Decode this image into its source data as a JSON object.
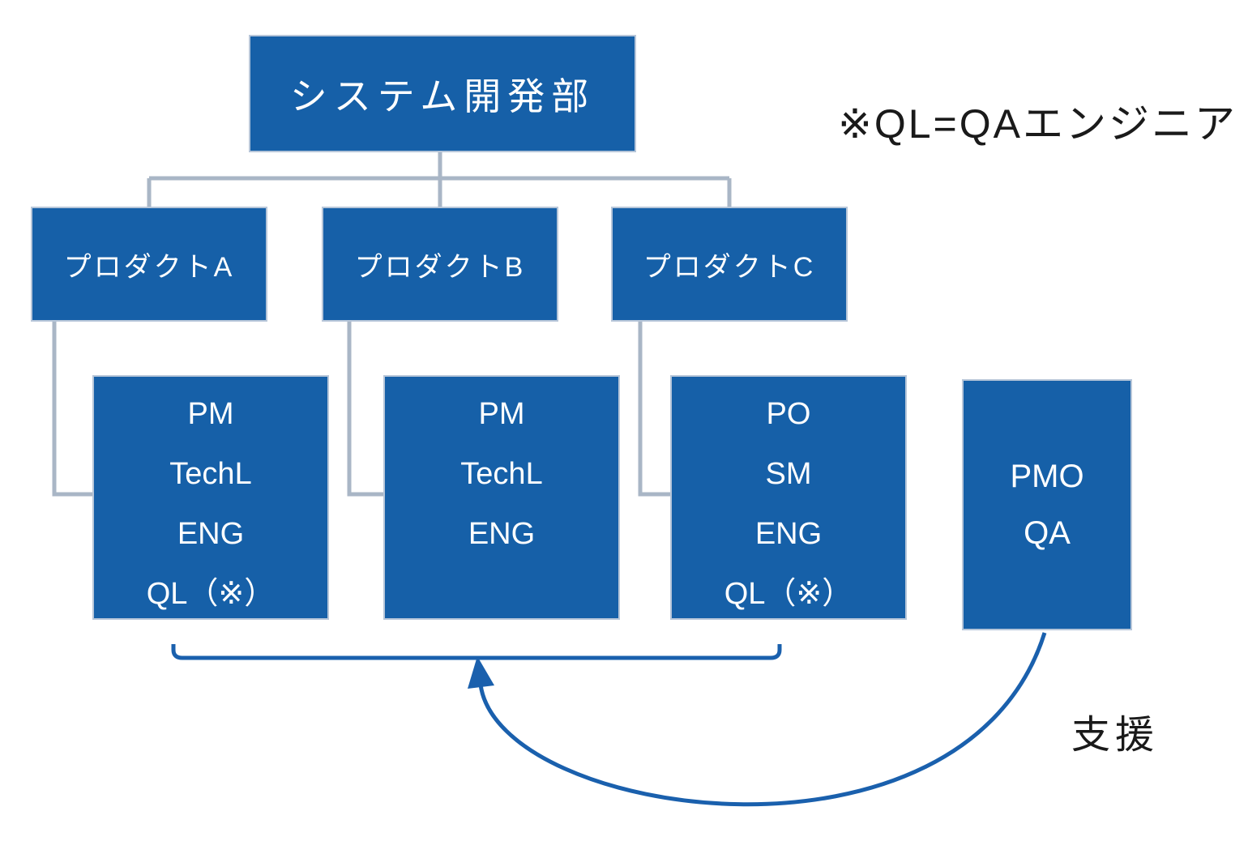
{
  "diagram": {
    "root_label": "システム開発部",
    "note": "※QL=QAエンジニア",
    "products": [
      {
        "label": "プロダクトA",
        "roles": [
          "PM",
          "TechL",
          "ENG",
          "QL（※）"
        ]
      },
      {
        "label": "プロダクトB",
        "roles": [
          "PM",
          "TechL",
          "ENG"
        ]
      },
      {
        "label": "プロダクトC",
        "roles": [
          "PO",
          "SM",
          "ENG",
          "QL（※）"
        ]
      }
    ],
    "support_team": {
      "roles": [
        "PMO",
        "QA"
      ]
    },
    "support_arrow_label": "支援",
    "colors": {
      "box_fill": "#1660A8",
      "box_border": "#B7C6D9",
      "connector_gray": "#A9B6C6",
      "arrow_blue": "#1A60AD",
      "box_text": "#FFFFFF",
      "note_text": "#1A1A1A"
    }
  }
}
